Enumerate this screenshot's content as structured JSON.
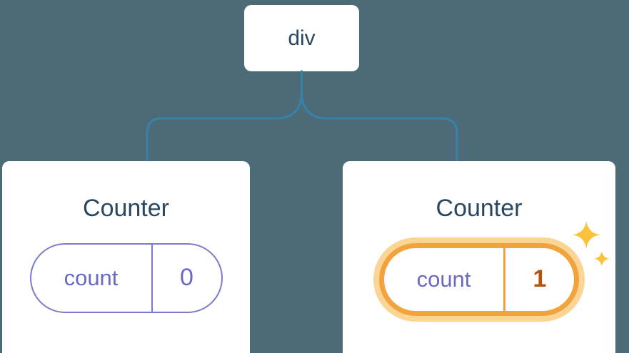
{
  "diagram": {
    "root": {
      "label": "div"
    },
    "children": [
      {
        "title": "Counter",
        "state": {
          "key": "count",
          "value": "0"
        },
        "highlighted": false
      },
      {
        "title": "Counter",
        "state": {
          "key": "count",
          "value": "1"
        },
        "highlighted": true
      }
    ],
    "icons": [
      "sparkle-icon"
    ]
  },
  "colors": {
    "background": "#4d6a77",
    "card_bg": "#ffffff",
    "connector": "#3583ad",
    "label_text": "#29475e",
    "state_purple": "#6a6ac4",
    "pill_border": "#7a7bcb",
    "highlight_orange": "#f2a33c",
    "highlight_glow": "#facd82",
    "highlight_value": "#b45309",
    "sparkle": "#fdc23b"
  }
}
